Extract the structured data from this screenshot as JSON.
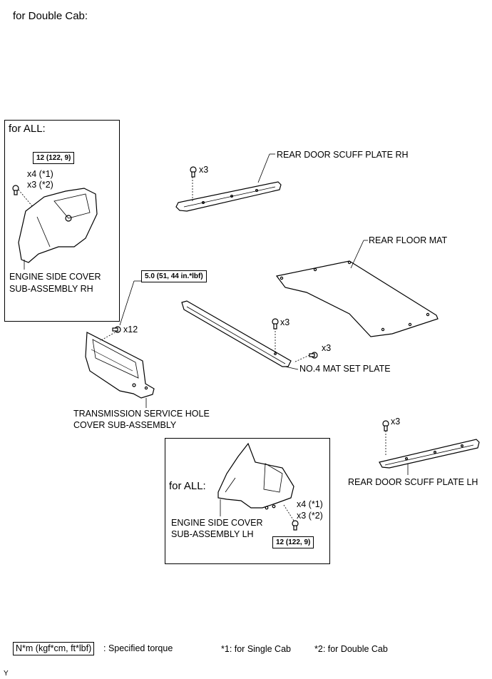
{
  "header": {
    "title": "for Double Cab:"
  },
  "parts": {
    "rear_door_scuff_rh": "REAR DOOR SCUFF PLATE RH",
    "rear_floor_mat": "REAR FLOOR MAT",
    "no4_mat_set_plate": "NO.4 MAT SET PLATE",
    "trans_hole_cover_1": "TRANSMISSION SERVICE HOLE",
    "trans_hole_cover_2": "COVER SUB-ASSEMBLY",
    "rear_door_scuff_lh": "REAR DOOR SCUFF PLATE LH",
    "engine_cover_rh_1": "ENGINE SIDE COVER",
    "engine_cover_rh_2": "SUB-ASSEMBLY RH",
    "engine_cover_lh_1": "ENGINE SIDE COVER",
    "engine_cover_lh_2": "SUB-ASSEMBLY LH"
  },
  "quantities": {
    "scuff_rh_x3": "x3",
    "mat_plate_x3a": "x3",
    "mat_plate_x3b": "x3",
    "trans_x12": "x12",
    "scuff_lh_x3": "x3",
    "rh_x4": "x4 (*1)",
    "rh_x3": "x3 (*2)",
    "lh_x4": "x4 (*1)",
    "lh_x3": "x3 (*2)"
  },
  "boxes": {
    "rh_label": "for ALL:",
    "lh_label": "for ALL:"
  },
  "torques": {
    "rh": "12 (122, 9)",
    "trans": "5.0 (51, 44 in.*lbf)",
    "lh": "12 (122, 9)"
  },
  "legend": {
    "unit": "N*m (kgf*cm, ft*lbf)",
    "unit_desc": ": Specified torque",
    "note1": "*1: for Single Cab",
    "note2": "*2: for Double Cab"
  },
  "footer": {
    "code": "Y"
  }
}
